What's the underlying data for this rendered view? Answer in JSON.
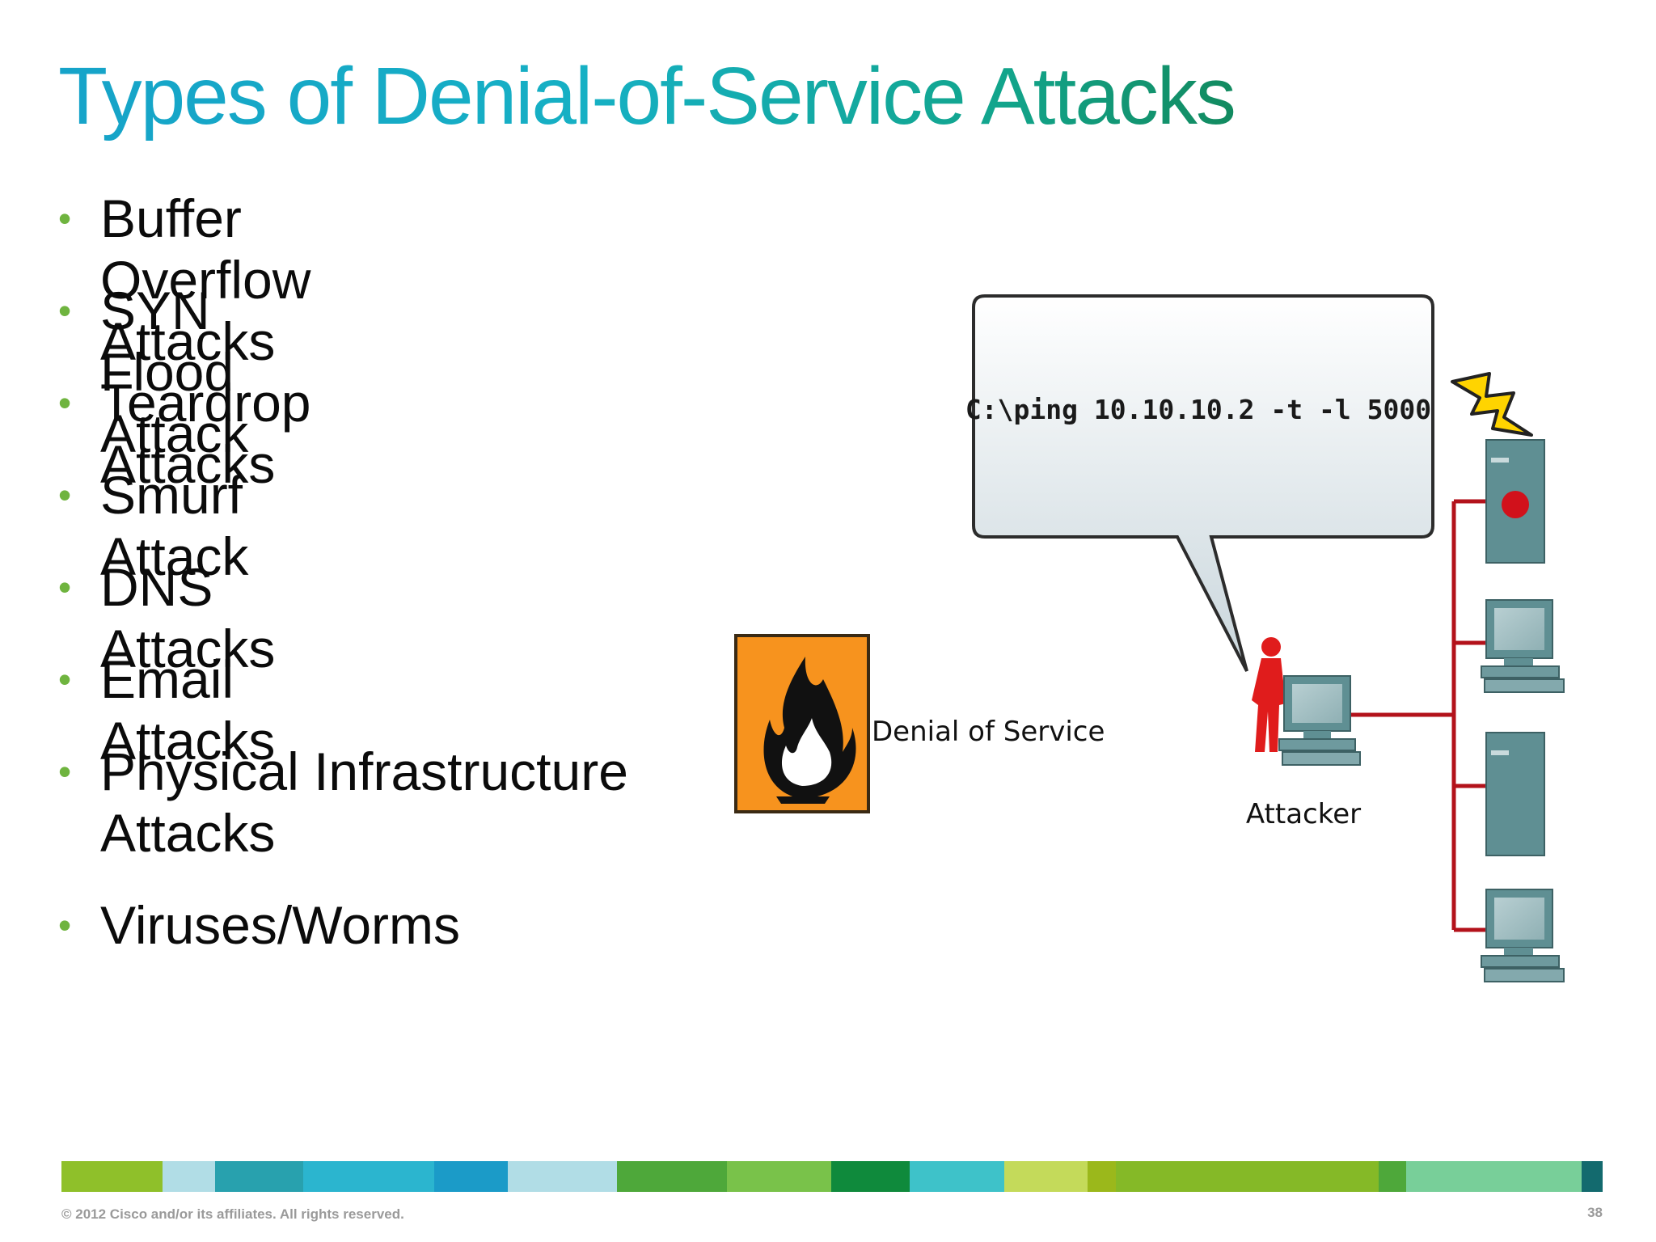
{
  "slide": {
    "title": "Types of Denial-of-Service Attacks",
    "bullets": [
      "Buffer Overflow Attacks",
      "SYN Flood Attack",
      "Teardrop Attacks",
      "Smurf Attack",
      "DNS Attacks",
      "Email Attacks",
      "Physical Infrastructure Attacks",
      "Viruses/Worms"
    ],
    "bullet_symbol": "•"
  },
  "diagram": {
    "callout_command": "C:\\ping 10.10.10.2 -t -l 5000",
    "hazard_label": "Denial of Service",
    "attacker_label": "Attacker",
    "icons": [
      "fire-hazard-icon",
      "attacker-person-icon",
      "computer-icon",
      "server-icon",
      "lightning-icon"
    ],
    "colors": {
      "hazard_bg": "#f7931e",
      "network_line": "#b3121b",
      "device": "#5f8f93",
      "lightning": "#ffd400"
    }
  },
  "footer": {
    "copyright": "© 2012 Cisco and/or its affiliates. All rights reserved.",
    "page_number": "38",
    "bar_colors": [
      "#8fc02a",
      "#b1dde6",
      "#28a1ae",
      "#2bb5cf",
      "#1b9bc8",
      "#b1dde6",
      "#4ea83a",
      "#79c24a",
      "#0f8a3c",
      "#3ec2c9",
      "#c4da5a",
      "#9bb81b",
      "#85b927",
      "#4ea83a",
      "#78cf99",
      "#136a6e"
    ]
  }
}
